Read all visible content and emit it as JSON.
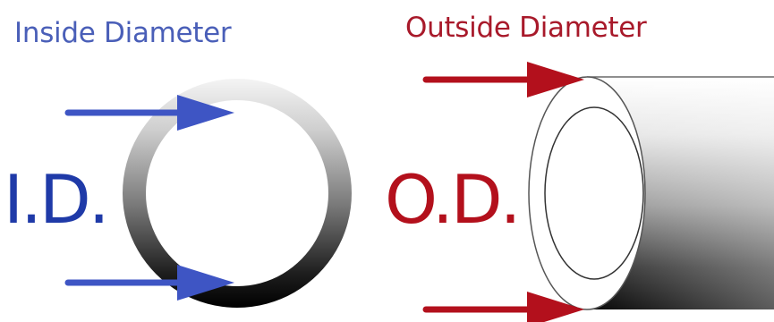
{
  "inside": {
    "title": "Inside Diameter",
    "abbreviation": "I.D.",
    "color": "#4a5fb8",
    "abbr_color": "#1f3aa8"
  },
  "outside": {
    "title": "Outside Diameter",
    "abbreviation": "O.D.",
    "color": "#a8192a",
    "abbr_color": "#b3101c"
  }
}
